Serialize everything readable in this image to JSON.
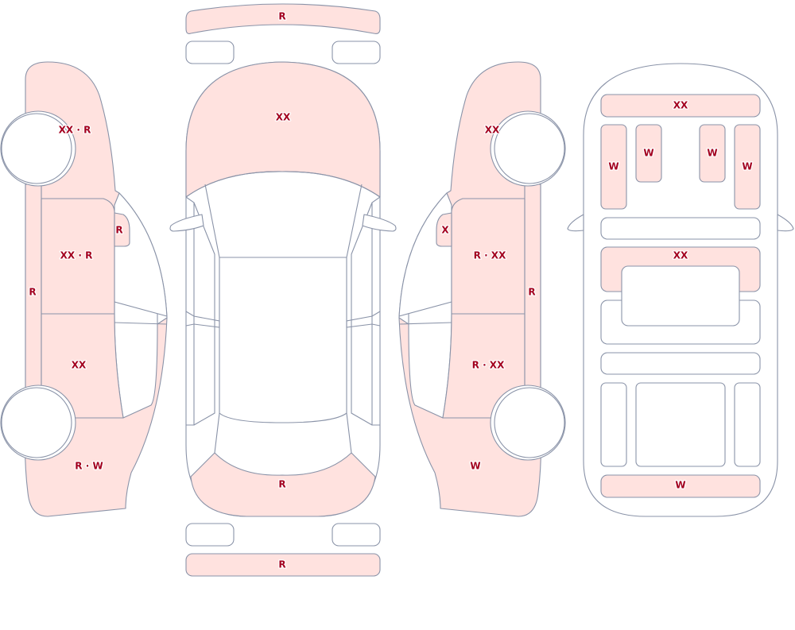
{
  "labels": {
    "front_bumper": "R",
    "rear_bumper": "R",
    "hood": "XX",
    "top_trunk": "R",
    "left_front_fender": "XX · R",
    "left_mirror": "R",
    "left_front_door": "XX · R",
    "left_rear_door": "XX",
    "left_sill": "R",
    "left_quarter": "R · W",
    "right_front_fender": "XX",
    "right_mirror": "X",
    "right_front_door": "R · XX",
    "right_rear_door": "R · XX",
    "right_sill": "R",
    "right_quarter": "W",
    "int_dashboard": "XX",
    "int_seat_1": "W",
    "int_seat_2": "W",
    "int_seat_3": "W",
    "int_seat_4": "W",
    "int_console": "XX",
    "int_rear": "W"
  },
  "colors": {
    "damaged_fill": "#ffe2df",
    "outline": "#8a93a8",
    "label": "#a3001f"
  }
}
